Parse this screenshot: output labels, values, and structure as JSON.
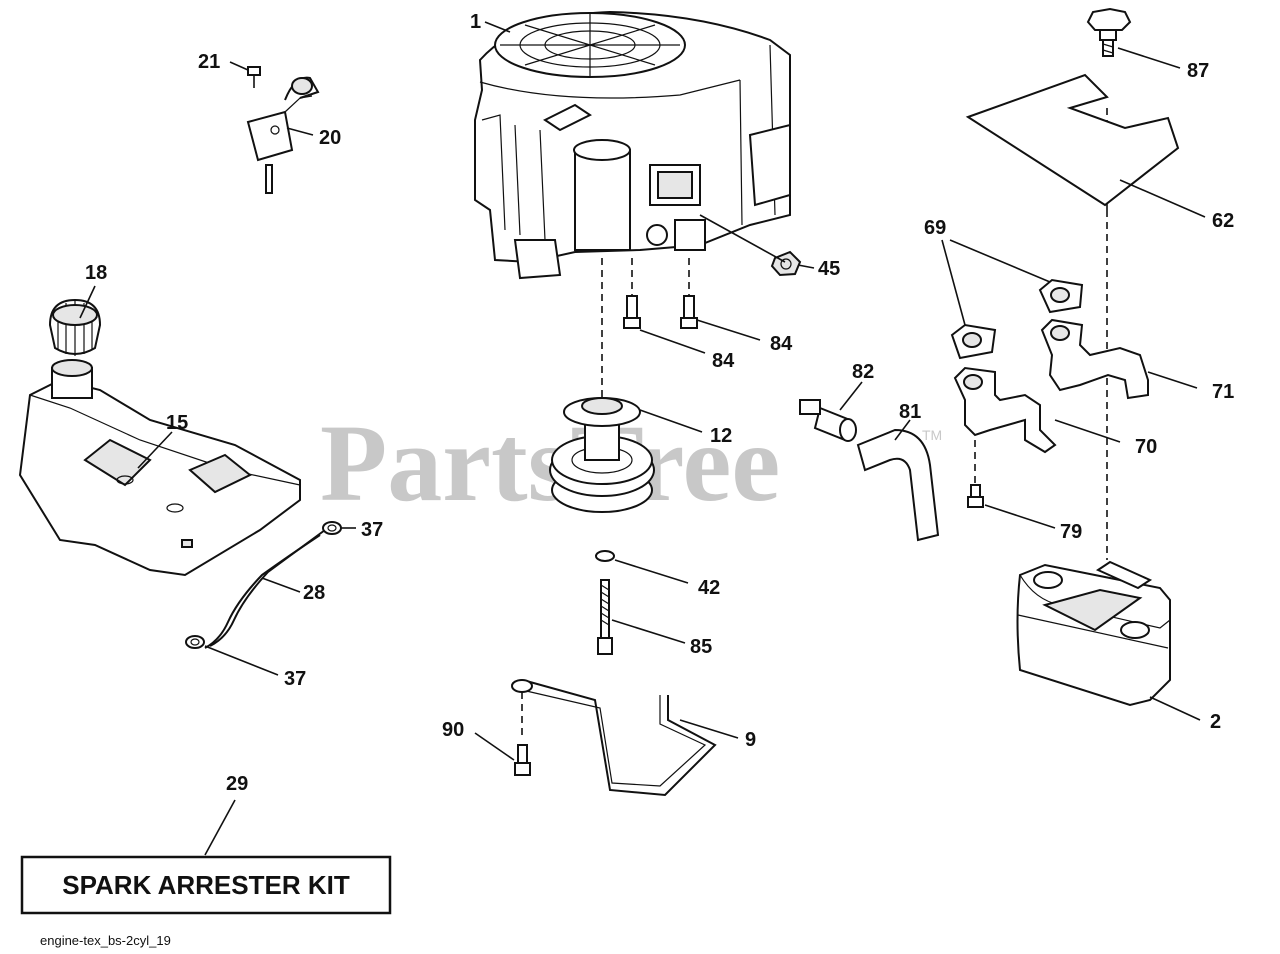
{
  "watermark": {
    "text": "PartsTree",
    "trademark": "TM"
  },
  "kit_label": "SPARK ARRESTER KIT",
  "diagram_code": "engine-tex_bs-2cyl_19",
  "callouts": {
    "engine": "1",
    "muffler": "2",
    "tube_9": "9",
    "pulley": "12",
    "fuel_tank": "15",
    "fuel_cap": "18",
    "choke_bracket": "20",
    "screw_21": "21",
    "fuel_hose": "28",
    "spark_kit": "29",
    "clamp_upper": "37",
    "clamp_lower": "37",
    "washer": "42",
    "nut": "45",
    "bolt_left": "84",
    "bolt_right": "84",
    "bolt_85": "85",
    "fitting": "82",
    "hose_81": "81",
    "shield": "62",
    "gaskets": "69",
    "exhaust_pipe_70": "70",
    "exhaust_pipe_71": "71",
    "screw_79": "79",
    "knob": "87",
    "screw_90": "90"
  }
}
